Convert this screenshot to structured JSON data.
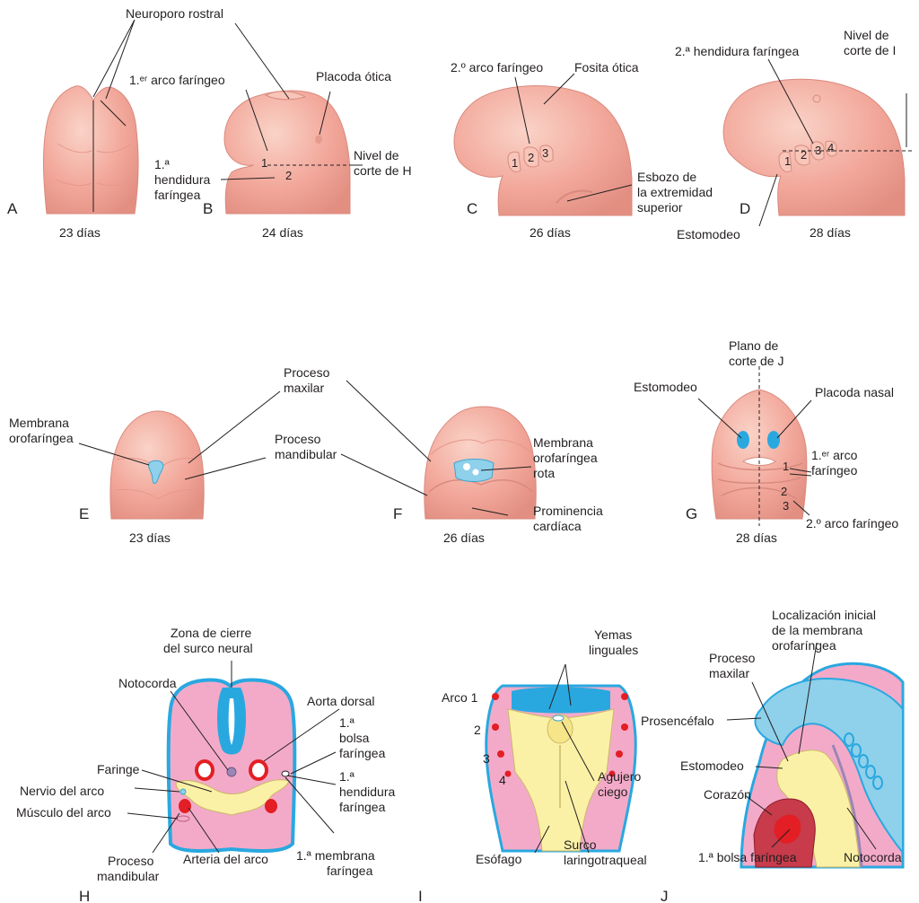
{
  "colors": {
    "skin": "#f2a79a",
    "skin_light": "#f8c5b9",
    "skin_dark": "#d98a7e",
    "membrane_blue": "#8fd0ea",
    "ectoderm_blue": "#29a8e0",
    "tissue_pink": "#f3aac8",
    "endoderm_yellow": "#fbf1a6",
    "artery_red": "#e31e24",
    "notochord_purple": "#9b86b4"
  },
  "panels": {
    "A": {
      "letter": "A",
      "age": "23 días"
    },
    "B": {
      "letter": "B",
      "age": "24 días",
      "labels": {
        "neuroporo": "Neuroporo rostral",
        "arco1": "1.ᵉʳ arco faríngeo",
        "placoda": "Placoda ótica",
        "hendidura": [
          "1.ª",
          "hendidura",
          "faríngea"
        ],
        "nivel": [
          "Nivel de",
          "corte de H"
        ],
        "n1": "1",
        "n2": "2"
      }
    },
    "C": {
      "letter": "C",
      "age": "26 días",
      "labels": {
        "arco2": "2.º arco faríngeo",
        "fosita": "Fosita ótica",
        "esbozo": [
          "Esbozo de",
          "la extremidad",
          "superior"
        ],
        "n1": "1",
        "n2": "2",
        "n3": "3"
      }
    },
    "D": {
      "letter": "D",
      "age": "28 días",
      "labels": {
        "hend2": "2.ª hendidura faríngea",
        "nivel": [
          "Nivel de",
          "corte de I"
        ],
        "estomodeo": "Estomodeo",
        "n1": "1",
        "n2": "2",
        "n3": "3",
        "n4": "4"
      }
    },
    "E": {
      "letter": "E",
      "age": "23 días",
      "labels": {
        "membrana": [
          "Membrana",
          "orofaríngea"
        ]
      }
    },
    "F": {
      "letter": "F",
      "age": "26 días",
      "labels": {
        "maxilar": [
          "Proceso",
          "maxilar"
        ],
        "mandibular": [
          "Proceso",
          "mandibular"
        ],
        "rota": [
          "Membrana",
          "orofaríngea",
          "rota"
        ],
        "prominencia": [
          "Prominencia",
          "cardíaca"
        ]
      }
    },
    "G": {
      "letter": "G",
      "age": "28 días",
      "labels": {
        "plano": [
          "Plano de",
          "corte de J"
        ],
        "estomodeo": "Estomodeo",
        "placoda": "Placoda nasal",
        "arco1": [
          "1.ᵉʳ arco",
          "faríngeo"
        ],
        "arco2": "2.º arco faríngeo",
        "n1": "1",
        "n2": "2",
        "n3": "3"
      }
    },
    "H": {
      "letter": "H",
      "labels": {
        "zona": [
          "Zona de cierre",
          "del surco neural"
        ],
        "notocorda": "Notocorda",
        "aorta": "Aorta dorsal",
        "bolsa": [
          "1.ª",
          "bolsa",
          "faríngea"
        ],
        "faringe": "Faringe",
        "nervio": "Nervio del arco",
        "musculo": "Músculo del arco",
        "hendidura": [
          "1.ª",
          "hendidura",
          "faríngea"
        ],
        "mandibular": [
          "Proceso",
          "mandibular"
        ],
        "arteria": "Arteria del arco",
        "membrana": [
          "1.ª membrana",
          "faríngea"
        ]
      }
    },
    "I": {
      "letter": "I",
      "labels": {
        "yemas": [
          "Yemas",
          "linguales"
        ],
        "arco1": "Arco 1",
        "a2": "2",
        "a3": "3",
        "a4": "4",
        "agujero": [
          "Agujero",
          "ciego"
        ],
        "esofago": "Esófago",
        "surco": [
          "Surco",
          "laringotraqueal"
        ]
      }
    },
    "J": {
      "letter": "J",
      "labels": {
        "localizacion": [
          "Localización inicial",
          "de la membrana",
          "orofaríngea"
        ],
        "maxilar": [
          "Proceso",
          "maxilar"
        ],
        "prosencefalo": "Prosencéfalo",
        "estomodeo": "Estomodeo",
        "corazon": "Corazón",
        "bolsa": "1.ª bolsa faríngea",
        "notocorda": "Notocorda"
      }
    }
  }
}
